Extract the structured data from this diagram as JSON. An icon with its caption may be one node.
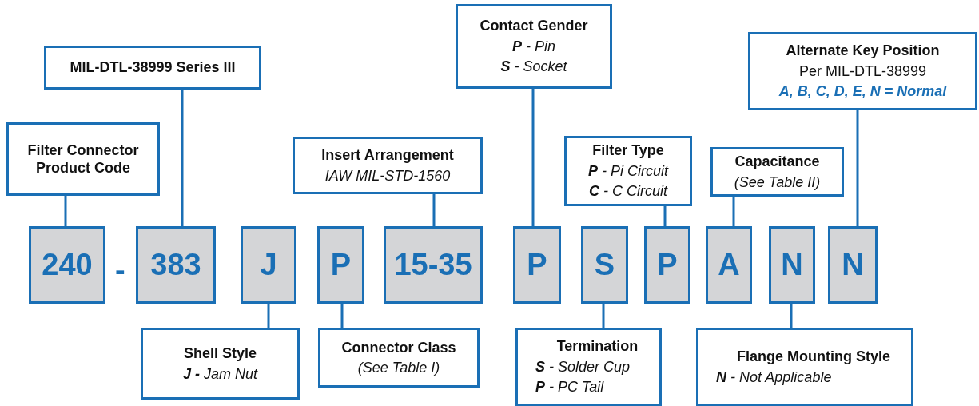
{
  "diagram": {
    "nodes": [
      {
        "text": [
          "240"
        ]
      },
      {
        "text": [
          "383"
        ]
      },
      {
        "text": [
          "J"
        ]
      },
      {
        "text": [
          "P"
        ]
      },
      {
        "text": [
          "15-35"
        ]
      },
      {
        "text": [
          "P"
        ]
      },
      {
        "text": [
          "S"
        ]
      },
      {
        "text": [
          "P"
        ]
      },
      {
        "text": [
          "A"
        ]
      },
      {
        "text": [
          "N"
        ]
      },
      {
        "text": [
          "N"
        ]
      },
      {
        "text": [
          "MIL-DTL-38999 Series III"
        ]
      },
      {
        "text": [
          "Filter Connector Product Code"
        ]
      },
      {
        "text": [
          "Contact Gender",
          "**P** - Pin",
          "**S** - Socket"
        ]
      },
      {
        "text": [
          "Alternate Key Position",
          "Per MIL-DTL-38999",
          "A, B, C, D, E, N = Normal"
        ]
      },
      {
        "text": [
          "Insert Arrangement",
          "IAW MIL-STD-1560"
        ]
      },
      {
        "text": [
          "Filter Type",
          "**P** - Pi Circuit",
          "**C** - C Circuit"
        ]
      },
      {
        "text": [
          "Capacitance",
          "(See Table II)"
        ]
      },
      {
        "text": [
          "Shell Style",
          "**J -** Jam Nut"
        ]
      },
      {
        "text": [
          "Connector Class",
          "(See Table I)"
        ]
      },
      {
        "text": [
          "Termination",
          "**S** - Solder Cup",
          "**P** - PC Tail"
        ]
      },
      {
        "text": [
          "Flange Mounting Style",
          "**N** - Not Applicable"
        ]
      }
    ],
    "edges": [
      {
        "from": 11,
        "to": 1,
        "arrow": "none"
      },
      {
        "from": 12,
        "to": 0,
        "arrow": "none"
      },
      {
        "from": 13,
        "to": 5,
        "arrow": "none"
      },
      {
        "from": 14,
        "to": 10,
        "arrow": "none"
      },
      {
        "from": 15,
        "to": 4,
        "arrow": "none"
      },
      {
        "from": 16,
        "to": 7,
        "arrow": "none"
      },
      {
        "from": 17,
        "to": 8,
        "arrow": "none"
      },
      {
        "from": 18,
        "to": 2,
        "arrow": "none"
      },
      {
        "from": 19,
        "to": 3,
        "arrow": "none"
      },
      {
        "from": 20,
        "to": 6,
        "arrow": "none"
      },
      {
        "from": 21,
        "to": 9,
        "arrow": "none"
      }
    ],
    "labels": [
      "-"
    ]
  }
}
